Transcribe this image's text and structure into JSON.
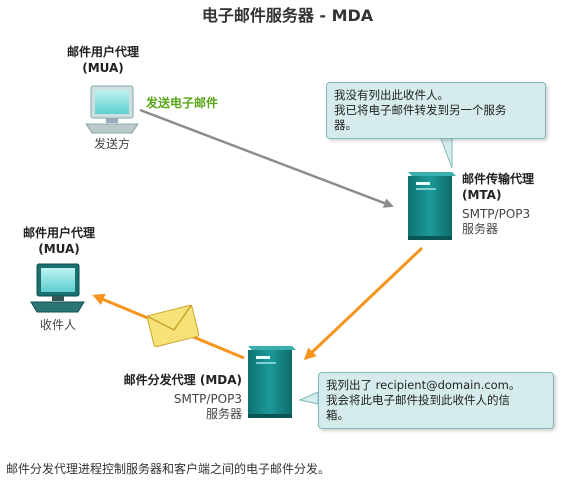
{
  "title": "电子邮件服务器 - MDA",
  "sender": {
    "name": "邮件用户代理",
    "abbr": "(MUA)",
    "role": "发送方",
    "action": "发送电子邮件"
  },
  "mta": {
    "name": "邮件传输代理",
    "abbr": "(MTA)",
    "protocol": "SMTP/POP3",
    "type": "服务器",
    "note": [
      "我没有列出此收件人。",
      "我已将电子邮件转发到另一个服务",
      "器。"
    ]
  },
  "recipient": {
    "name": "邮件用户代理",
    "abbr": "(MUA)",
    "role": "收件人"
  },
  "mda": {
    "name": "邮件分发代理 (MDA)",
    "protocol": "SMTP/POP3",
    "type": "服务器",
    "note": [
      "我列出了 recipient@domain.com。",
      "我会将此电子邮件投到此收件人的信",
      "箱。"
    ]
  },
  "caption": "邮件分发代理进程控制服务器和客户端之间的电子邮件分发。",
  "colors": {
    "arrow_gray": "#8c8c8c",
    "arrow_orange": "#f7941d",
    "device": "#1b8f8f",
    "send_label": "#5aa51a",
    "callout_bg": "#d6ecec"
  }
}
